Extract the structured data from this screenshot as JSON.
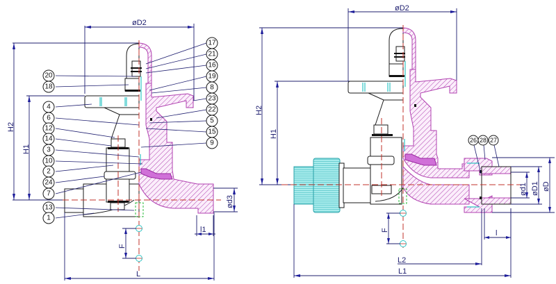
{
  "drawing": {
    "title": "Diaphragm valve assembly drawing",
    "colors": {
      "dimension_line": "#1c1c6e",
      "section_hatch": "#b040b0",
      "diaphragm": "#d070d8",
      "center_line": "#c03028",
      "union_nut": "#a8ecec"
    }
  },
  "left_view": {
    "dimensions": {
      "d2": "øD2",
      "h2": "H2",
      "h1": "H1",
      "d3": "ød3",
      "l1_small": "l1",
      "f": "F",
      "l": "L"
    },
    "balloons_left": [
      "20",
      "18",
      "4",
      "6",
      "12",
      "14",
      "3",
      "10",
      "2",
      "24",
      "7",
      "13",
      "1"
    ],
    "balloons_right": [
      "17",
      "21",
      "16",
      "19",
      "8",
      "23",
      "22",
      "5",
      "15",
      "9"
    ]
  },
  "right_view": {
    "dimensions": {
      "d2": "øD2",
      "h2": "H2",
      "h1": "H1",
      "d1": "ød1",
      "D1": "øD1",
      "D": "øD",
      "l": "l",
      "f": "F",
      "l2": "L2",
      "l1": "L1"
    },
    "balloons_top": [
      "26",
      "28",
      "27"
    ]
  }
}
